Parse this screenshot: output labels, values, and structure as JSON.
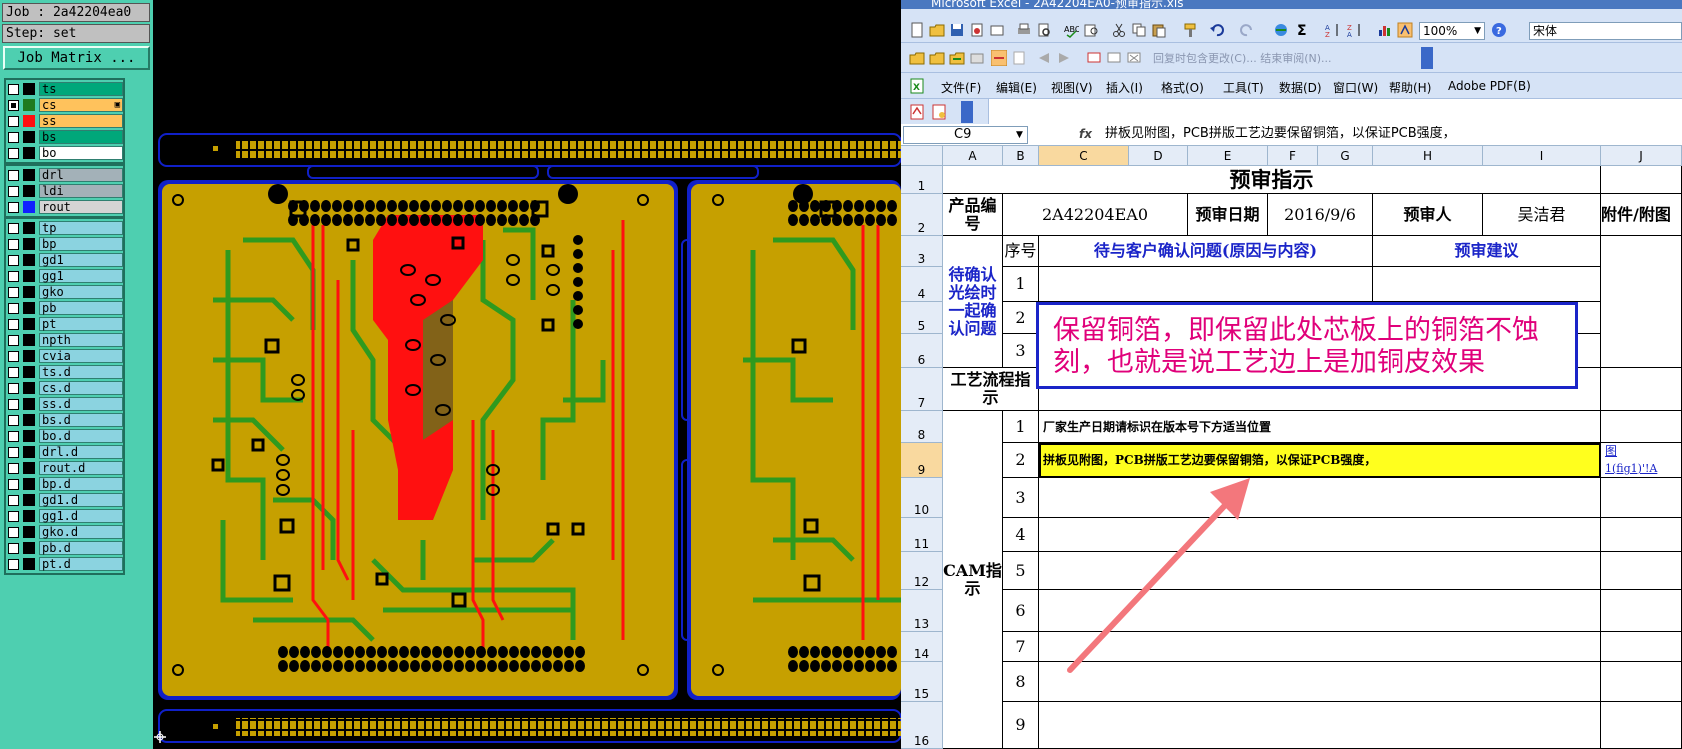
{
  "cam": {
    "job_label": "Job : 2a42204ea0",
    "step_label": "Step: set",
    "job_matrix_button": "Job Matrix ...",
    "layer_groups": [
      [
        {
          "name": "ts",
          "color": "#00a77a",
          "checked": false
        },
        {
          "name": "cs",
          "color": "#ffc25c",
          "checked": true
        },
        {
          "name": "ss",
          "color": "#ffc25c",
          "checked": false
        },
        {
          "name": "bs",
          "color": "#00a77a",
          "checked": false
        },
        {
          "name": "bo",
          "color": "#ffffff",
          "checked": false
        }
      ],
      [
        {
          "name": "drl",
          "color": "#a3b1b8",
          "checked": false
        },
        {
          "name": "ldi",
          "color": "#a3b1b8",
          "checked": false
        },
        {
          "name": "rout",
          "color": "#d4d4d4",
          "checked": false
        }
      ],
      [
        {
          "name": "tp",
          "color": "#8bd3e0"
        },
        {
          "name": "bp",
          "color": "#8bd3e0"
        },
        {
          "name": "gd1",
          "color": "#8bd3e0"
        },
        {
          "name": "gg1",
          "color": "#8bd3e0"
        },
        {
          "name": "gko",
          "color": "#8bd3e0"
        },
        {
          "name": "pb",
          "color": "#8bd3e0"
        },
        {
          "name": "pt",
          "color": "#8bd3e0"
        },
        {
          "name": "npth",
          "color": "#8bd3e0"
        },
        {
          "name": "cvia",
          "color": "#8bd3e0"
        },
        {
          "name": "ts.d",
          "color": "#8bd3e0"
        },
        {
          "name": "cs.d",
          "color": "#8bd3e0"
        },
        {
          "name": "ss.d",
          "color": "#8bd3e0"
        },
        {
          "name": "bs.d",
          "color": "#8bd3e0"
        },
        {
          "name": "bo.d",
          "color": "#8bd3e0"
        },
        {
          "name": "drl.d",
          "color": "#8bd3e0"
        },
        {
          "name": "rout.d",
          "color": "#8bd3e0"
        },
        {
          "name": "bp.d",
          "color": "#8bd3e0"
        },
        {
          "name": "gd1.d",
          "color": "#8bd3e0"
        },
        {
          "name": "gg1.d",
          "color": "#8bd3e0"
        },
        {
          "name": "gko.d",
          "color": "#8bd3e0"
        },
        {
          "name": "pb.d",
          "color": "#8bd3e0"
        },
        {
          "name": "pt.d",
          "color": "#8bd3e0"
        }
      ]
    ],
    "swatch_colors": {
      "ts": "#000000",
      "cs": "#1f7a1f",
      "ss": "#ff1010",
      "bs": "#000000",
      "bo": "#000000",
      "drl": "#000000",
      "ldi": "#000000",
      "rout": "#1020ff"
    }
  },
  "pcb_colors": {
    "board": "#c6a000",
    "copper": "#2f9a1e",
    "red": "#ff1010",
    "outline": "#1020c8"
  },
  "excel": {
    "title": "Microsoft Excel - 2A42204EA0-预审指示.xls",
    "zoom": "100%",
    "font_name": "宋体",
    "review_toolbar_text": "回复时包含更改(C)... 结束审阅(N)...",
    "menu": [
      "文件(F)",
      "编辑(E)",
      "视图(V)",
      "插入(I)",
      "格式(O)",
      "工具(T)",
      "数据(D)",
      "窗口(W)",
      "帮助(H)",
      "Adobe PDF(B)"
    ],
    "name_box": "C9",
    "formula": "拼板见附图，PCB拼版工艺边要保留铜箔，以保证PCB强度，",
    "columns": [
      "A",
      "B",
      "C",
      "D",
      "E",
      "F",
      "G",
      "H",
      "I",
      "J"
    ],
    "rows": [
      "1",
      "2",
      "3",
      "4",
      "5",
      "6",
      "7",
      "8",
      "9",
      "10",
      "11",
      "12",
      "13",
      "14",
      "15",
      "16"
    ],
    "sheet": {
      "title": "预审指示",
      "product_no_label": "产品编号",
      "product_no": "2A42204EA0",
      "review_date_label": "预审日期",
      "review_date": "2016/9/6",
      "reviewer_label": "预审人",
      "reviewer": "吴洁君",
      "attachment_label": "附件/附图",
      "seq_label": "序号",
      "confirm_header": "待与客户确认问题(原因与内容)",
      "suggest_header": "预审建议",
      "pending_label": "待确认光绘时一起确认问题",
      "pending_nums": [
        "1",
        "2",
        "3"
      ],
      "process_label": "工艺流程指示",
      "cam_label": "CAM指示",
      "cam_nums": [
        "1",
        "2",
        "3",
        "4",
        "5",
        "6",
        "7",
        "8",
        "9"
      ],
      "cam_instr_1": "厂家生产日期请标识在版本号下方适当位置",
      "cam_instr_2": "拼板见附图，PCB拼版工艺边要保留铜箔，以保证PCB强度，",
      "j9_link": "图",
      "j9_link2": "1(fig1)'!A"
    },
    "callout": "保留铜箔，即保留此处芯板上的铜箔不蚀刻，也就是说工艺边上是加铜皮效果"
  }
}
